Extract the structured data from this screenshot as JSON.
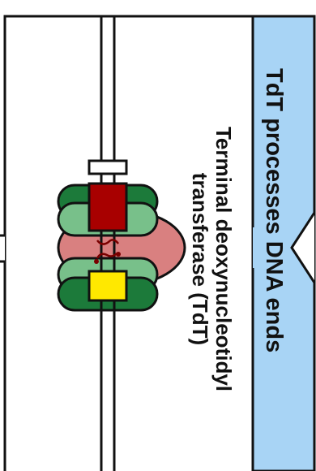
{
  "header": {
    "title": "TdT processes DNA ends",
    "band_color": "#a8d4f5"
  },
  "enzyme": {
    "label_line1": "Terminal deoxynucleotidyl",
    "label_line2": "transferase (TdT)",
    "colors": {
      "dark_green": "#1c7a3a",
      "light_green": "#78c08a",
      "pink_core": "#d98080",
      "red_block": "#a80000",
      "yellow_block": "#ffe800",
      "strand": "#111111"
    }
  }
}
